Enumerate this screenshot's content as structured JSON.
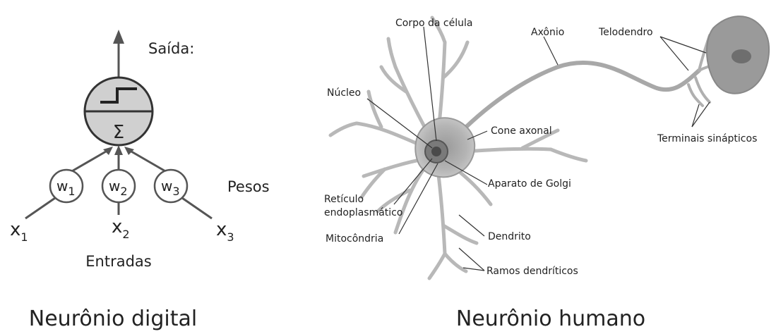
{
  "digital": {
    "output_label": "Saída:",
    "weights_label": "Pesos",
    "inputs_label": "Entradas",
    "sum_symbol": "Σ",
    "weights": [
      {
        "base": "w",
        "sub": "1"
      },
      {
        "base": "w",
        "sub": "2"
      },
      {
        "base": "w",
        "sub": "3"
      }
    ],
    "inputs": [
      {
        "base": "x",
        "sub": "1"
      },
      {
        "base": "x",
        "sub": "2"
      },
      {
        "base": "x",
        "sub": "3"
      }
    ],
    "caption": "Neurônio digital"
  },
  "human": {
    "labels": {
      "cell_body": "Corpo da célula",
      "axon": "Axônio",
      "telodendron": "Telodendro",
      "nucleus": "Núcleo",
      "axon_hillock": "Cone axonal",
      "synaptic_terminals": "Terminais sinápticos",
      "golgi": "Aparato de Golgi",
      "er_line1": "Retículo",
      "er_line2": "endoplasmático",
      "mitochondria": "Mitocôndria",
      "dendrite": "Dendrito",
      "dendritic_branches": "Ramos dendríticos"
    },
    "caption": "Neurônio humano"
  },
  "colors": {
    "neuron_fill": "#c8c8c8",
    "line": "#555555",
    "body_fill": "#d4d4d4"
  }
}
